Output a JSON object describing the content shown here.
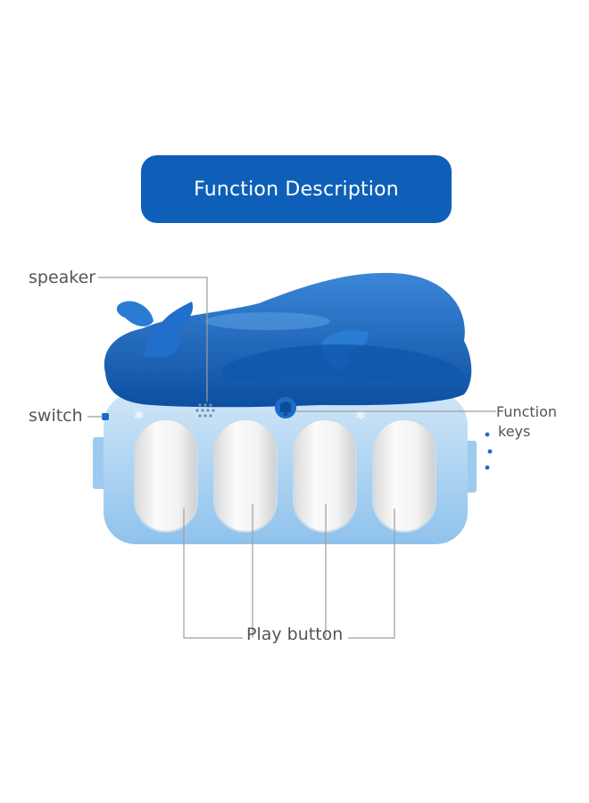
{
  "header": {
    "title": "Function Description"
  },
  "callouts": {
    "speaker": "speaker",
    "switch": "switch",
    "function_keys_line1": "Function",
    "function_keys_line2": "keys",
    "play_button": "Play button"
  },
  "colors": {
    "title_bg": "#0e5fb8",
    "whale_body": "#1565c0",
    "base_light_blue": "#aed4f3",
    "keys": "#eeeeee",
    "leader_lines": "#9e9e9e"
  },
  "icons": [
    "whale-shape",
    "speaker-grille-icon",
    "bell-icon",
    "switch-knob-icon"
  ]
}
